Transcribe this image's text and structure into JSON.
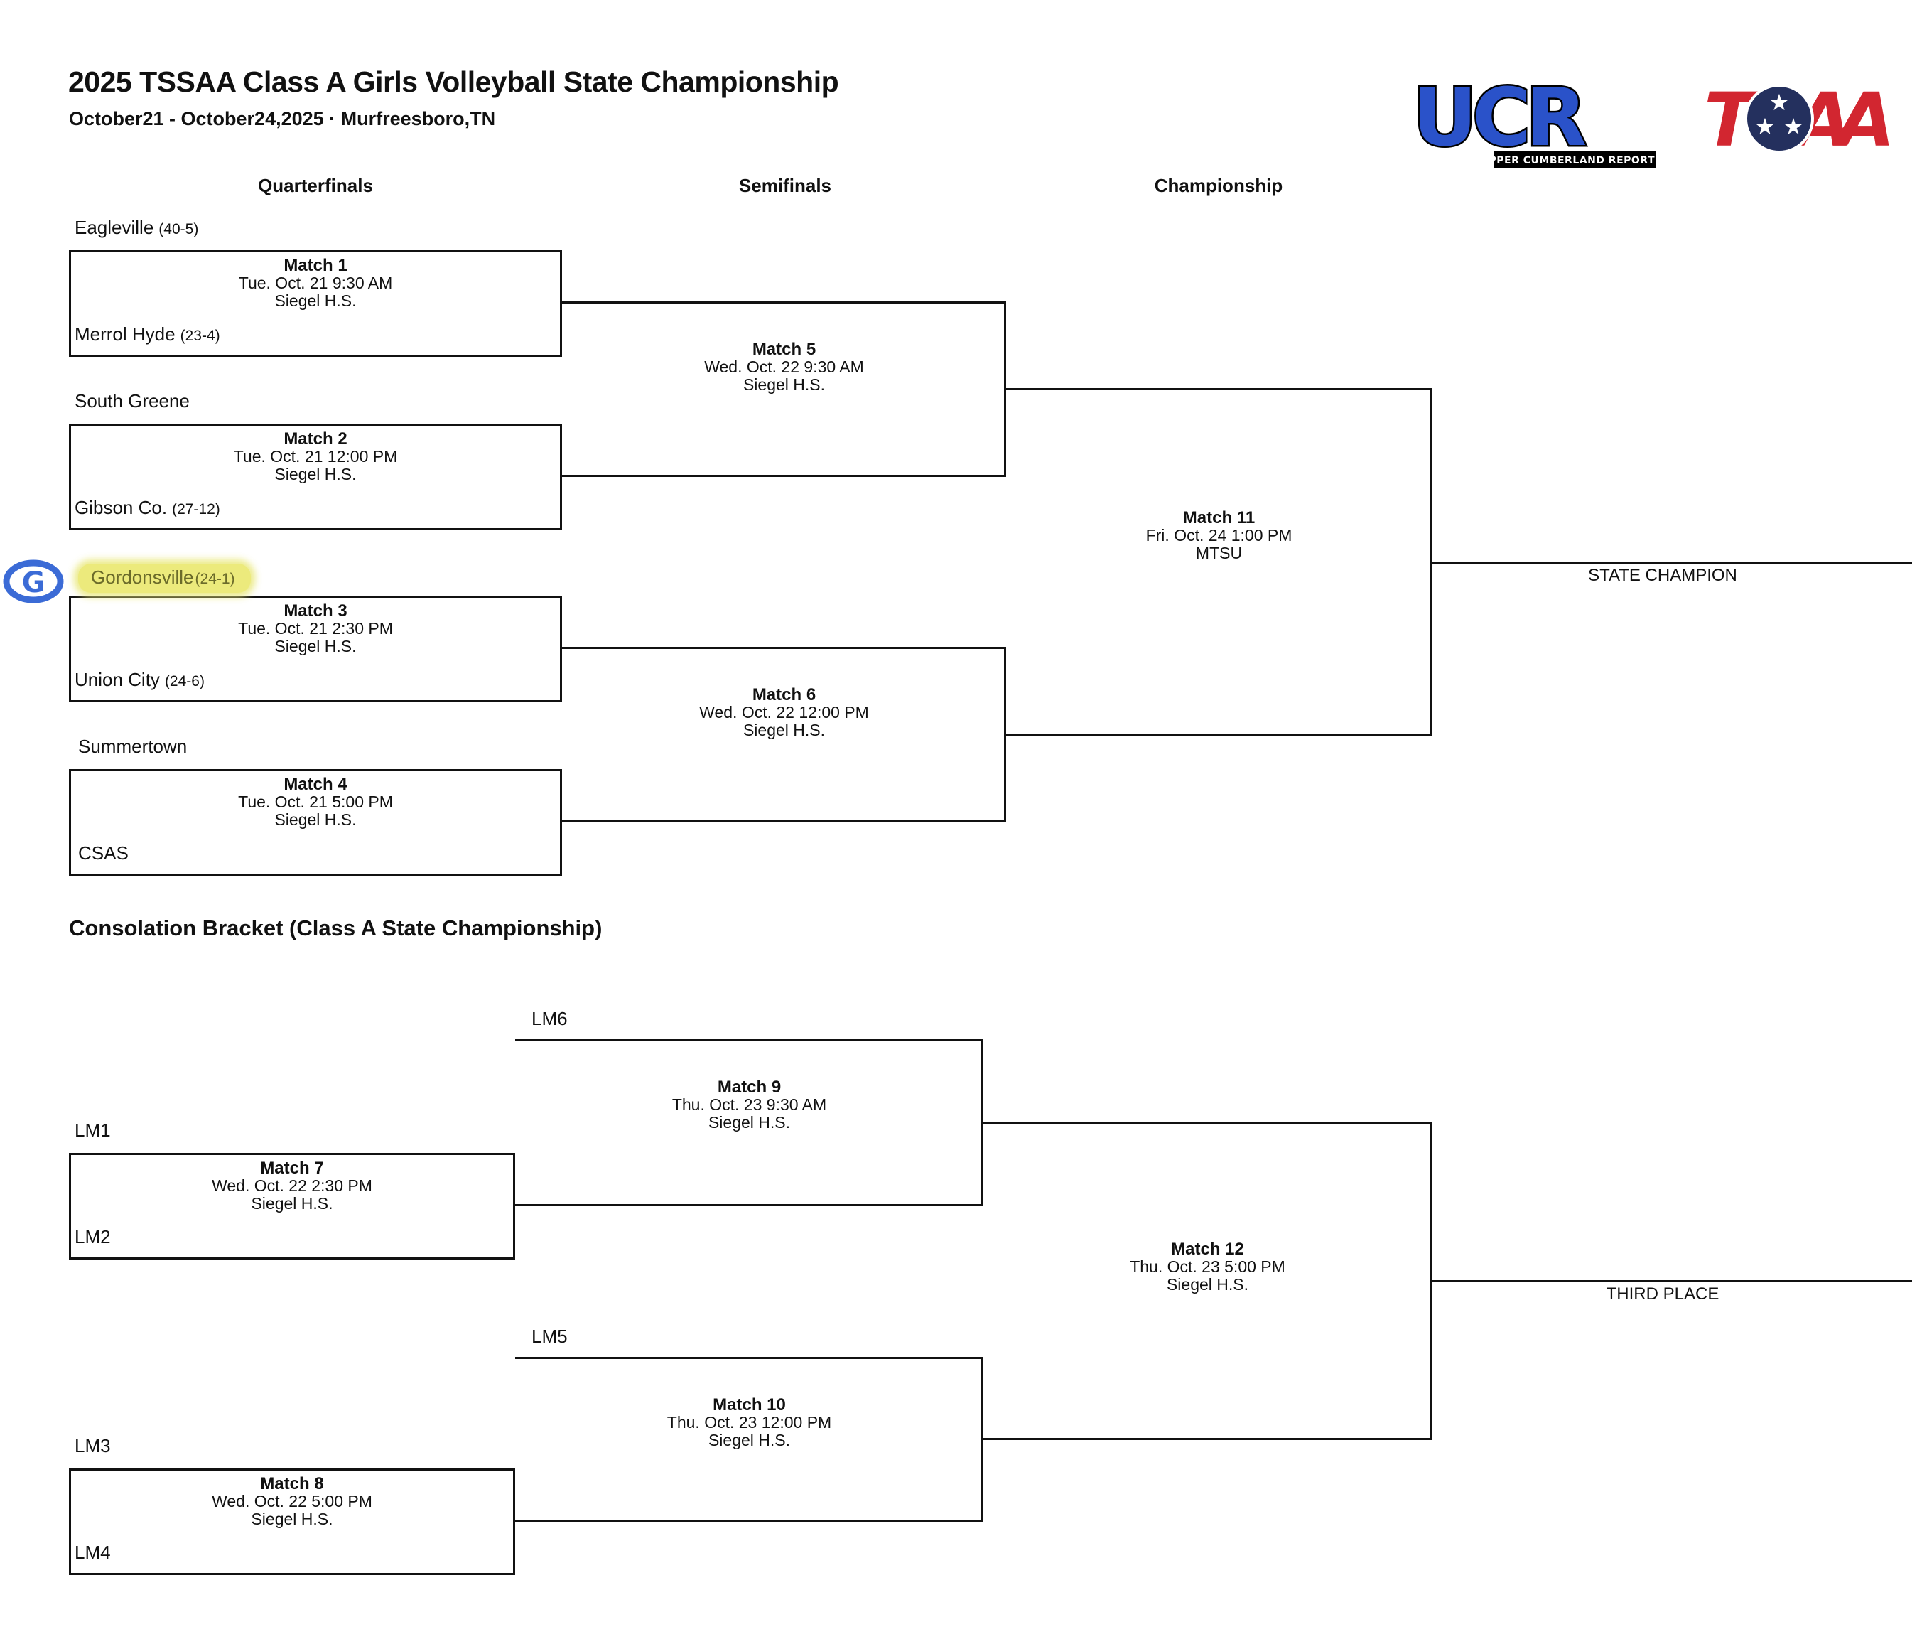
{
  "header": {
    "title": "2025 TSSAA Class A Girls Volleyball State Championship",
    "subtitle": "October21 - October24,2025 · Murfreesboro,TN",
    "ucr_logo": {
      "text": "UCR",
      "tagline": "UPPER CUMBERLAND REPORTER",
      "blue": "#2a52c9"
    },
    "tssaa_logo": {
      "text_t": "T",
      "text_aa": "AA",
      "star": "★",
      "red": "#d22630",
      "navy": "#24305e"
    }
  },
  "columns": {
    "quarterfinals": "Quarterfinals",
    "semifinals": "Semifinals",
    "championship": "Championship"
  },
  "main_bracket": {
    "match1": {
      "name": "Match 1",
      "datetime": "Tue. Oct. 21 9:30 AM",
      "venue": "Siegel H.S.",
      "team_top": {
        "name": "Eagleville",
        "record": "(40-5)"
      },
      "team_bottom": {
        "name": "Merrol Hyde",
        "record": "(23-4)"
      }
    },
    "match2": {
      "name": "Match 2",
      "datetime": "Tue. Oct. 21 12:00 PM",
      "venue": "Siegel H.S.",
      "team_top": {
        "name": "South Greene",
        "record": ""
      },
      "team_bottom": {
        "name": "Gibson Co.",
        "record": "(27-12)"
      }
    },
    "match3": {
      "name": "Match 3",
      "datetime": "Tue. Oct. 21 2:30 PM",
      "venue": "Siegel H.S.",
      "team_top": {
        "name": "Gordonsville",
        "record": "(24-1)",
        "highlighted": true,
        "highlight_color": "#ecea7c",
        "text_color": "#6b6b2a",
        "logo": "G"
      },
      "team_bottom": {
        "name": "Union City",
        "record": "(24-6)"
      }
    },
    "match4": {
      "name": "Match 4",
      "datetime": "Tue. Oct. 21 5:00 PM",
      "venue": "Siegel H.S.",
      "team_top": {
        "name": "Summertown",
        "record": ""
      },
      "team_bottom": {
        "name": "CSAS",
        "record": ""
      }
    },
    "match5": {
      "name": "Match 5",
      "datetime": "Wed. Oct. 22 9:30 AM",
      "venue": "Siegel H.S."
    },
    "match6": {
      "name": "Match 6",
      "datetime": "Wed. Oct. 22 12:00 PM",
      "venue": "Siegel H.S."
    },
    "match11": {
      "name": "Match 11",
      "datetime": "Fri. Oct. 24 1:00 PM",
      "venue": "MTSU"
    },
    "champion_label": "STATE CHAMPION"
  },
  "consolation": {
    "heading": "Consolation Bracket (Class A State Championship)",
    "match7": {
      "name": "Match 7",
      "datetime": "Wed. Oct. 22 2:30 PM",
      "venue": "Siegel H.S.",
      "team_top": {
        "name": "LM1"
      },
      "team_bottom": {
        "name": "LM2"
      }
    },
    "match8": {
      "name": "Match 8",
      "datetime": "Wed. Oct. 22 5:00 PM",
      "venue": "Siegel H.S.",
      "team_top": {
        "name": "LM3"
      },
      "team_bottom": {
        "name": "LM4"
      }
    },
    "match9": {
      "name": "Match 9",
      "datetime": "Thu. Oct. 23 9:30 AM",
      "venue": "Siegel H.S.",
      "feeder_top": "LM6"
    },
    "match10": {
      "name": "Match 10",
      "datetime": "Thu. Oct. 23 12:00 PM",
      "venue": "Siegel H.S.",
      "feeder_top": "LM5"
    },
    "match12": {
      "name": "Match 12",
      "datetime": "Thu. Oct. 23 5:00 PM",
      "venue": "Siegel H.S."
    },
    "third_place_label": "THIRD PLACE"
  }
}
